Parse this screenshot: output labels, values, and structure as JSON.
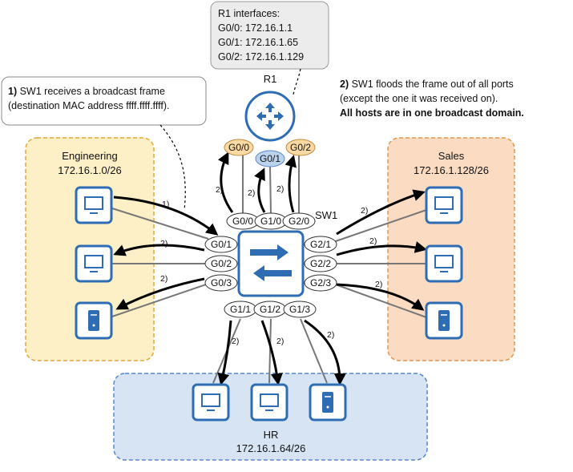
{
  "callouts": {
    "r1_interfaces": {
      "title": "R1 interfaces:",
      "lines": [
        "G0/0: 172.16.1.1",
        "G0/1: 172.16.1.65",
        "G0/2: 172.16.1.129"
      ]
    },
    "step1": {
      "number": "1)",
      "line1": " SW1 receives a broadcast frame",
      "line2": "(destination MAC address ffff.ffff.ffff)."
    },
    "step2": {
      "number": "2)",
      "line1": " SW1 floods the frame out of all ports",
      "line2": "(except the one it was received on).",
      "line3": "All hosts are in one broadcast domain."
    }
  },
  "devices": {
    "router": {
      "name": "R1",
      "ports": [
        "G0/0",
        "G0/1",
        "G0/2"
      ]
    },
    "switch": {
      "name": "SW1",
      "top_ports": [
        "G0/0",
        "G1/0",
        "G2/0"
      ],
      "left_ports": [
        "G0/1",
        "G0/2",
        "G0/3"
      ],
      "right_ports": [
        "G2/1",
        "G2/2",
        "G2/3"
      ],
      "bottom_ports": [
        "G1/1",
        "G1/2",
        "G1/3"
      ]
    }
  },
  "zones": {
    "engineering": {
      "name": "Engineering",
      "subnet": "172.16.1.0/26"
    },
    "sales": {
      "name": "Sales",
      "subnet": "172.16.1.128/26"
    },
    "hr": {
      "name": "HR",
      "subnet": "172.16.1.64/26"
    }
  },
  "step_labels": {
    "one": "1)",
    "two": "2)"
  },
  "colors": {
    "engineering_fill": "#fdefc6",
    "engineering_stroke": "#e2a93a",
    "sales_fill": "#fbdcc3",
    "sales_stroke": "#e0964f",
    "hr_fill": "#d6e4f4",
    "hr_stroke": "#5a86c8",
    "device_blue": "#2e6db4",
    "router_port_orange": "#fbd9a3",
    "router_port_blue": "#bcd3ee",
    "callout_gray": "#ececec"
  },
  "icons": [
    "router-icon",
    "switch-icon",
    "pc-icon",
    "server-icon"
  ]
}
